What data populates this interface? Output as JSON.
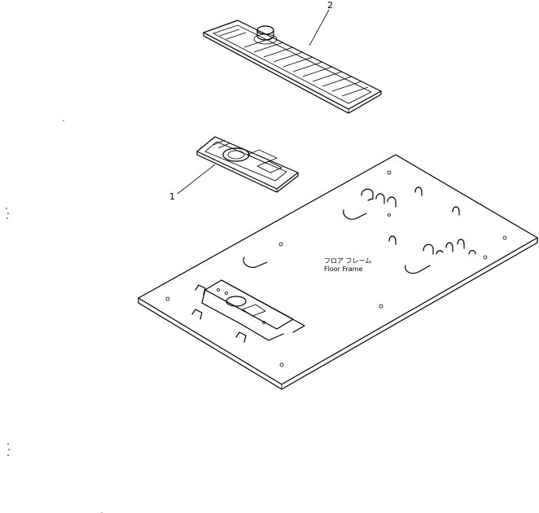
{
  "callouts": {
    "item_1": "1",
    "item_2": "2"
  },
  "floor_frame": {
    "label_jp": "フロア フレーム",
    "label_en": "Floor Frame"
  },
  "colors": {
    "line": "#000000",
    "background": "#ffffff"
  }
}
